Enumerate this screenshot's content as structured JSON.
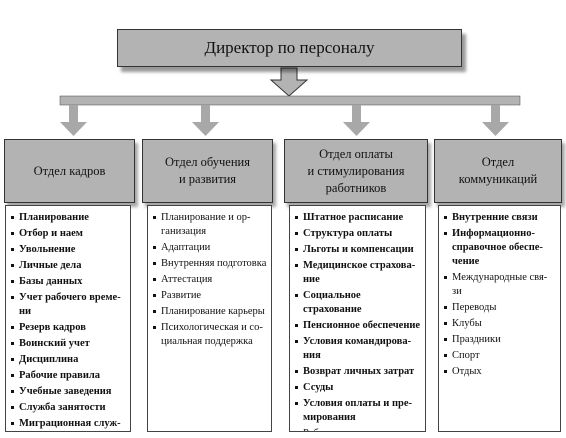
{
  "colors": {
    "box_fill": "#b3b3b3",
    "arrow_fill": "#b3b3b3",
    "outline": "#333333"
  },
  "director": {
    "title": "Директор по персоналу"
  },
  "departments": [
    {
      "title": "Отдел кадров",
      "items": [
        {
          "text": "Планирование",
          "bold": true
        },
        {
          "text": "Отбор и наем",
          "bold": true
        },
        {
          "text": "Увольнение",
          "bold": true
        },
        {
          "text": "Личные дела",
          "bold": true
        },
        {
          "text": "Базы данных",
          "bold": true
        },
        {
          "text": "Учет рабочего време-\nни",
          "bold": true
        },
        {
          "text": "Резерв кадров",
          "bold": true
        },
        {
          "text": "Воинский учет",
          "bold": true
        },
        {
          "text": "Дисциплина",
          "bold": true
        },
        {
          "text": "Рабочие правила",
          "bold": true
        },
        {
          "text": "Учебные заведения",
          "bold": true
        },
        {
          "text": "Служба занятости",
          "bold": true
        },
        {
          "text": "Миграционная служ-",
          "bold": true
        }
      ]
    },
    {
      "title": "Отдел обучения\nи развития",
      "items": [
        {
          "text": "Планирование и ор-\nганизация",
          "bold": false
        },
        {
          "text": "Адаптации",
          "bold": false
        },
        {
          "text": "Внутренняя подготовка",
          "bold": false
        },
        {
          "text": "Аттестация",
          "bold": false
        },
        {
          "text": "Развитие",
          "bold": false
        },
        {
          "text": "Планирование карьеры",
          "bold": false
        },
        {
          "text": "Психологическая и со-\nциальная поддержка",
          "bold": false
        }
      ]
    },
    {
      "title": "Отдел оплаты\nи стимулирования\nработников",
      "items": [
        {
          "text": "Штатное расписание",
          "bold": true
        },
        {
          "text": "Структура оплаты",
          "bold": true
        },
        {
          "text": "Льготы и компенсации",
          "bold": true
        },
        {
          "text": "Медицинское страхова-\nние",
          "bold": true
        },
        {
          "text": "Социальное страхование",
          "bold": true
        },
        {
          "text": "Пенсионное обеспечение",
          "bold": true
        },
        {
          "text": "Условия командирова-\nния",
          "bold": true
        },
        {
          "text": "Возврат личных затрат",
          "bold": true
        },
        {
          "text": "Ссуды",
          "bold": true
        },
        {
          "text": "Условия оплаты и пре-\nмирования",
          "bold": true
        },
        {
          "text": "Рабочие правила",
          "bold": false
        }
      ]
    },
    {
      "title": "Отдел\nкоммуникаций",
      "items": [
        {
          "text": "Внутренние связи",
          "bold": true
        },
        {
          "text": "Информационно-\nсправочное обеспе-\nчение",
          "bold": true
        },
        {
          "text": "Международные свя-\nзи",
          "bold": false
        },
        {
          "text": "Переводы",
          "bold": false
        },
        {
          "text": "Клубы",
          "bold": false
        },
        {
          "text": "Праздники",
          "bold": false
        },
        {
          "text": "Спорт",
          "bold": false
        },
        {
          "text": "Отдых",
          "bold": false
        }
      ]
    }
  ]
}
